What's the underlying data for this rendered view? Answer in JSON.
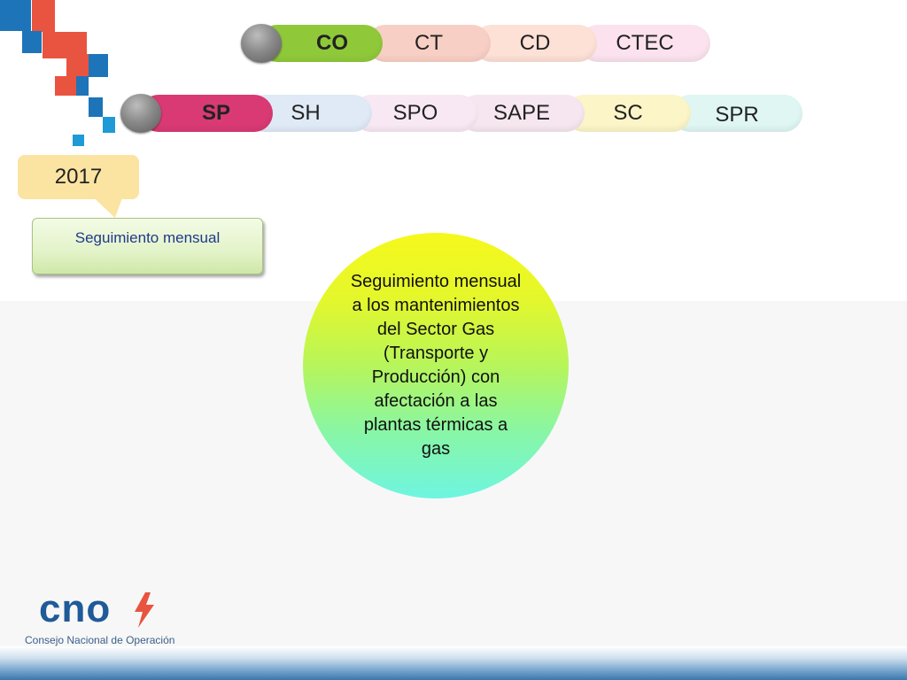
{
  "colors": {
    "red": "#e8543f",
    "blue": "#1e74b8",
    "light_blue": "#1e9ad6"
  },
  "row1": {
    "items": [
      {
        "label": "CO",
        "color": "#8fc93a"
      },
      {
        "label": "CT",
        "color": "#f8cfc4"
      },
      {
        "label": "CD",
        "color": "#fde0d6"
      },
      {
        "label": "CTEC",
        "color": "#fbe2ee"
      }
    ]
  },
  "row2": {
    "items": [
      {
        "label": "SP",
        "color": "#d93a73"
      },
      {
        "label": "SH",
        "color": "#dfeaf6"
      },
      {
        "label": "SPO",
        "color": "#f8e8f3"
      },
      {
        "label": "SAPE",
        "color": "#f6e6ef"
      },
      {
        "label": "SC",
        "color": "#fbf5c8"
      },
      {
        "label": "SPR",
        "color": "#dff6f3"
      }
    ]
  },
  "year": "2017",
  "button": {
    "label": "Seguimiento mensual"
  },
  "circle": {
    "text": "Seguimiento mensual a los mantenimientos del Sector Gas (Transporte y Producción) con afectación a las plantas térmicas a gas"
  },
  "logo": {
    "text": "cno",
    "subtitle": "Consejo Nacional de Operación",
    "icon": "lightning-bolt-icon"
  }
}
